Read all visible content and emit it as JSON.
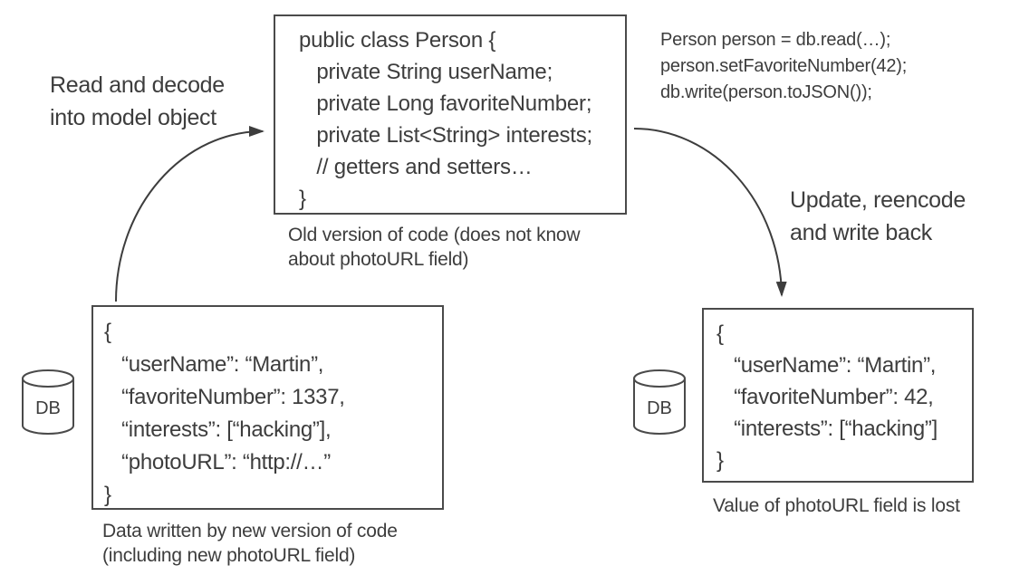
{
  "diagram": {
    "colors": {
      "text": "#3d3d3d",
      "border": "#4a4a4a",
      "background": "#ffffff"
    },
    "labels": {
      "read_decode": "Read and decode\ninto model object",
      "update_write": "Update, reencode\nand write back"
    },
    "old_code_box": {
      "code": "public class Person {\n   private String userName;\n   private Long favoriteNumber;\n   private List<String> interests;\n   // getters and setters…\n}",
      "caption": "Old version of code (does not know\nabout photoURL field)"
    },
    "client_code": "Person person = db.read(…);\nperson.setFavoriteNumber(42);\ndb.write(person.toJSON());",
    "db_old": {
      "label": "DB",
      "record": "{\n   “userName”: “Martin”,\n   “favoriteNumber”: 1337,\n   “interests”: [“hacking”],\n   “photoURL”: “http://…”\n}",
      "caption": "Data written by new version of code\n(including new photoURL field)"
    },
    "db_new": {
      "label": "DB",
      "record": "{\n   “userName”: “Martin”,\n   “favoriteNumber”: 42,\n   “interests”: [“hacking”]\n}",
      "caption": "Value of photoURL field is lost"
    }
  }
}
